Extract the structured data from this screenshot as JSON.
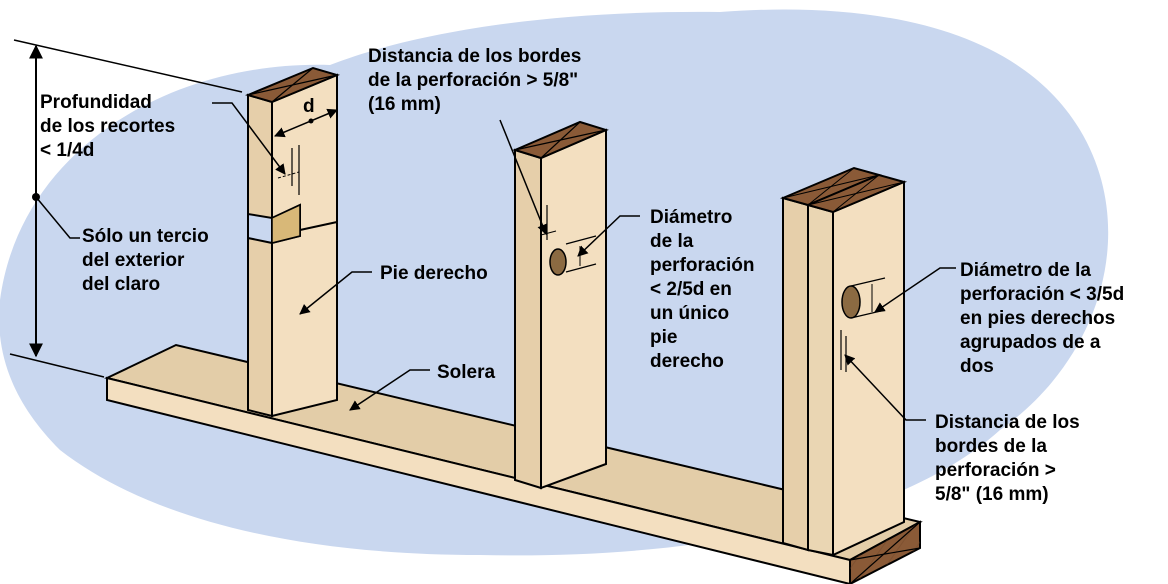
{
  "labels": {
    "notch_depth": [
      "Profundidad",
      "de los recortes",
      "< 1/4d"
    ],
    "d": "d",
    "hole_edge_top": [
      "Distancia de los bordes",
      "de la perforación > 5/8\"",
      "(16 mm)"
    ],
    "one_third": [
      "Sólo un tercio",
      "del exterior",
      "del claro"
    ],
    "stud": "Pie derecho",
    "plate": "Solera",
    "hole_single": [
      "Diámetro",
      "de la",
      "perforación",
      "< 2/5d en",
      "un único",
      "pie",
      "derecho"
    ],
    "hole_double": [
      "Diámetro de la",
      "perforación < 3/5d",
      "en pies derechos",
      "agrupados de a",
      "dos"
    ],
    "hole_edge_bottom": [
      "Distancia de los",
      "bordes de la",
      "perforación >",
      "5/8\" (16 mm)"
    ]
  },
  "colors": {
    "sky": "#c9d7ef",
    "wood_face": "#f3dfc0",
    "wood_side": "#dfc7a4",
    "wood_end": "#8a5a37",
    "outline": "#000000"
  }
}
